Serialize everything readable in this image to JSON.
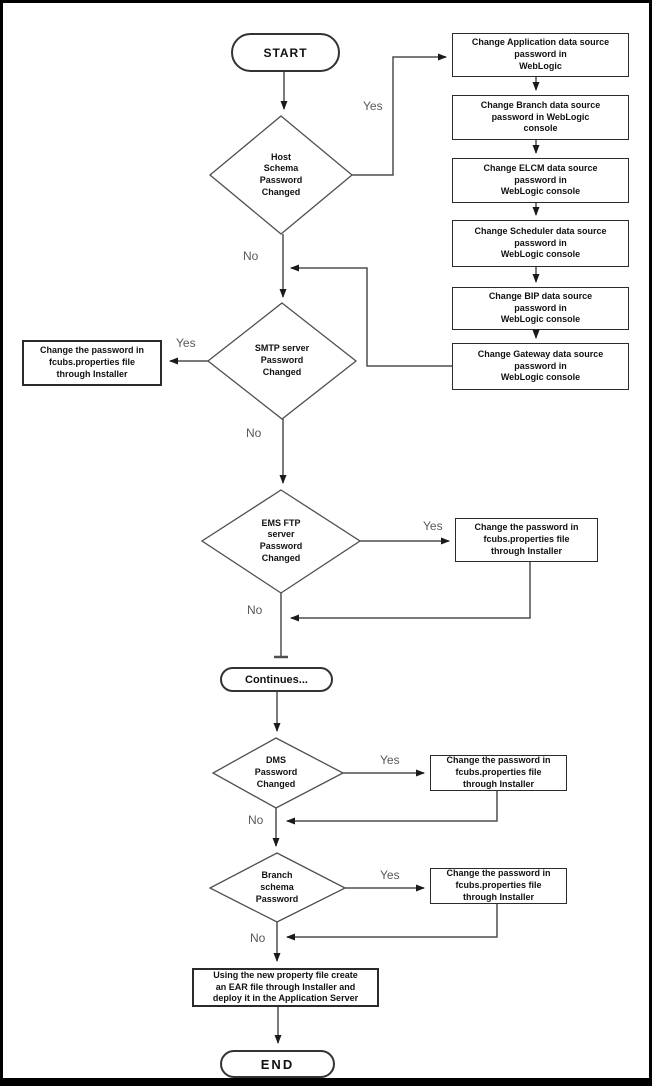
{
  "flowchart": {
    "terminals": {
      "start": "START",
      "continues": "Continues...",
      "end": "END"
    },
    "decisions": {
      "host": "Host\nSchema\nPassword\nChanged",
      "smtp": "SMTP server\nPassword\nChanged",
      "ems": "EMS FTP\nserver\nPassword\nChanged",
      "dms": "DMS\nPassword\nChanged",
      "branch": "Branch\nschema\nPassword"
    },
    "processes": {
      "app_datasource": "Change Application data source\npassword in\nWebLogic",
      "branch_datasource": "Change Branch data source\npassword in WebLogic\nconsole",
      "elcm_datasource": "Change ELCM data source\npassword in\nWebLogic console",
      "scheduler_datasource": "Change Scheduler data source\npassword in\nWebLogic console",
      "bip_datasource": "Change BIP data source\npassword in\nWebLogic console",
      "gateway_datasource": "Change Gateway data source\npassword in\nWebLogic console",
      "smtp_fix": "Change the password in\nfcubs.properties file\nthrough Installer",
      "ems_fix": "Change the password in\nfcubs.properties file\nthrough Installer",
      "dms_fix": "Change the password in\nfcubs.properties file\nthrough Installer",
      "branch_fix": "Change the password in\nfcubs.properties file\nthrough Installer",
      "deploy": "Using the new property file create\nan EAR file through Installer and\ndeploy it in the Application Server"
    },
    "labels": {
      "yes": "Yes",
      "no": "No"
    },
    "colors": {
      "line": "#4f4f4f",
      "node_border": "#2b2b2b",
      "text": "#111111",
      "label_text": "#595959",
      "background": "#ffffff",
      "frame": "#000000"
    }
  }
}
